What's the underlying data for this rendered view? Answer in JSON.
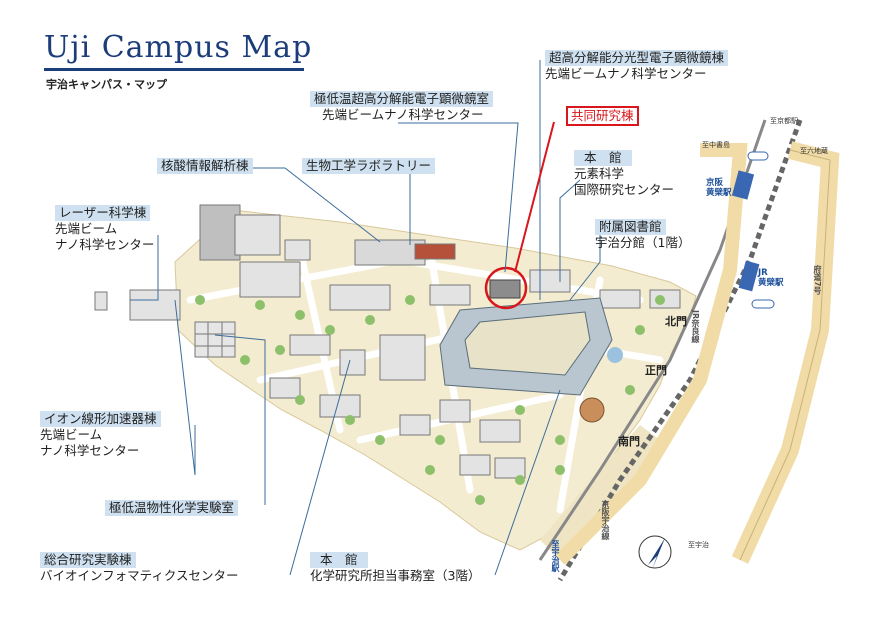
{
  "title": "Uji Campus Map",
  "subtitle": "宇治キャンパス・マップ",
  "labels": {
    "laser": {
      "head": "レーザー科学棟",
      "lines": [
        "先端ビーム",
        "ナノ科学センター"
      ]
    },
    "nucleic": {
      "head": "核酸情報解析棟"
    },
    "bio": {
      "head": "生物工学ラボラトリー"
    },
    "lowtemp_em": {
      "head": "極低温超高分解能電子顕微鏡室",
      "lines": [
        "先端ビームナノ科学センター"
      ]
    },
    "superres_em": {
      "head": "超高分解能分光型電子顕微鏡棟",
      "lines": [
        "先端ビームナノ科学センター"
      ]
    },
    "joint": {
      "head": "共同研究棟"
    },
    "main1": {
      "head": "本　館",
      "lines": [
        "元素科学",
        "国際研究センター"
      ]
    },
    "library": {
      "head": "附属図書館",
      "lines": [
        "宇治分館（1階）"
      ]
    },
    "ion": {
      "head": "イオン線形加速器棟",
      "lines": [
        "先端ビーム",
        "ナノ科学センター"
      ]
    },
    "lowtemp_chem": {
      "head": "極低温物性化学実験室"
    },
    "general": {
      "head": "総合研究実験棟",
      "lines": [
        "バイオインフォマティクスセンター"
      ]
    },
    "main2": {
      "head": "本　館",
      "lines": [
        "化学研究所担当事務室（3階）"
      ]
    }
  },
  "gates": {
    "north": "北門",
    "main": "正門",
    "south": "南門"
  },
  "stations": {
    "keihan": "京阪\n黄檗駅",
    "jr": "JR\n黄檗駅"
  },
  "directions": {
    "to_chushojima": "至中書島",
    "to_kyoto": "至京都駅",
    "to_rokujizo": "至六地蔵",
    "to_uji": "至宇治",
    "to_uji2": "至宇治駅"
  },
  "roads": {
    "route7": "府道7号",
    "jr_nara": "JR奈良線",
    "keihan_uji": "京阪宇治線"
  }
}
